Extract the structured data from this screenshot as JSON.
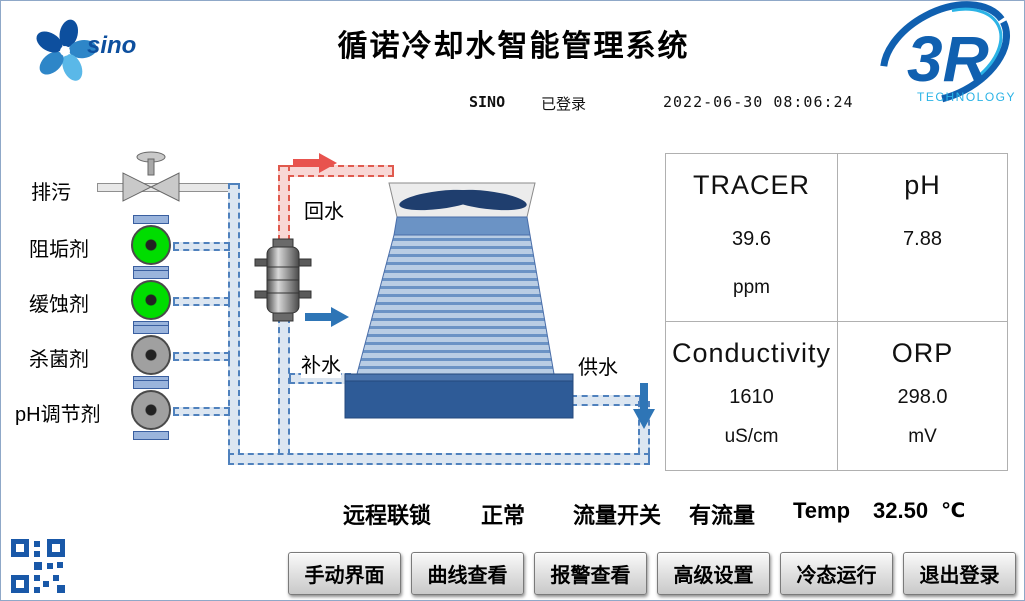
{
  "header": {
    "title": "循诺冷却水智能管理系统",
    "brand": "sino",
    "logo_3r": "3R",
    "logo_3r_sub": "TECHNOLOGY",
    "user": "SINO",
    "login_status": "已登录",
    "datetime": "2022-06-30 08:06:24"
  },
  "diagram": {
    "labels": {
      "blowdown": "排污",
      "scale_inhibitor": "阻垢剂",
      "corrosion_inhibitor": "缓蚀剂",
      "biocide": "杀菌剂",
      "ph_adjuster": "pH调节剂",
      "return_water": "回水",
      "makeup_water": "补水",
      "supply_water": "供水"
    },
    "pump_states": [
      "on",
      "on",
      "off",
      "off"
    ]
  },
  "panel": {
    "cells": [
      {
        "name": "TRACER",
        "value": "39.6",
        "unit": "ppm"
      },
      {
        "name": "pH",
        "value": "7.88",
        "unit": ""
      },
      {
        "name": "Conductivity",
        "value": "1610",
        "unit": "uS/cm"
      },
      {
        "name": "ORP",
        "value": "298.0",
        "unit": "mV"
      }
    ]
  },
  "status": {
    "interlock_label": "远程联锁",
    "interlock_value": "正常",
    "flow_label": "流量开关",
    "flow_value": "有流量",
    "temp_label": "Temp",
    "temp_value": "32.50",
    "temp_unit": "℃"
  },
  "buttons": [
    "手动界面",
    "曲线查看",
    "报警查看",
    "高级设置",
    "冷态运行",
    "退出登录"
  ],
  "colors": {
    "accent_blue": "#2e75b6",
    "pipe_blue": "#4f81bd",
    "pipe_red": "#e05a4e",
    "pump_on": "#00dd00",
    "pump_off": "#a0a0a0",
    "basin": "#2e5b97"
  }
}
